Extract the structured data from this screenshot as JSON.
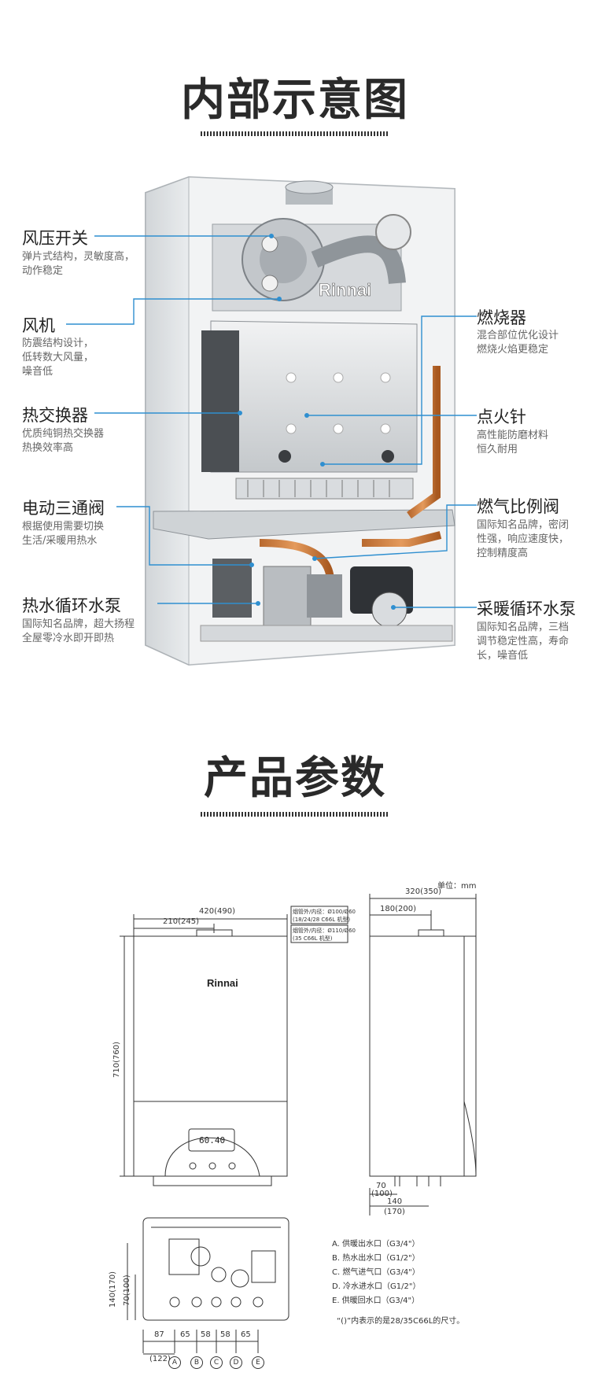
{
  "section1": {
    "title": "内部示意图",
    "brand": "Rinnai",
    "left_labels": [
      {
        "title": "风压开关",
        "desc": "弹片式结构，灵敏度高，\n动作稳定"
      },
      {
        "title": "风机",
        "desc": "防震结构设计，\n低转数大风量，\n噪音低"
      },
      {
        "title": "热交换器",
        "desc": "优质纯铜热交换器\n热换效率高"
      },
      {
        "title": "电动三通阀",
        "desc": "根据使用需要切换\n生活/采暖用热水"
      },
      {
        "title": "热水循环水泵",
        "desc": "国际知名品牌，超大扬程\n全屋零冷水即开即热"
      }
    ],
    "right_labels": [
      {
        "title": "燃烧器",
        "desc": "混合部位优化设计\n燃烧火焰更稳定"
      },
      {
        "title": "点火针",
        "desc": "高性能防磨材料\n恒久耐用"
      },
      {
        "title": "燃气比例阀",
        "desc": "国际知名品牌，密闭\n性强，响应速度快，\n控制精度高"
      },
      {
        "title": "采暖循环水泵",
        "desc": "国际知名品牌，三档\n调节稳定性高，寿命\n长，噪音低"
      }
    ]
  },
  "section2": {
    "title": "产品参数",
    "unit": "单位：mm",
    "front": {
      "width": "420(490)",
      "half_width": "210(245)",
      "height": "710(760)",
      "brand": "Rinnai",
      "display": "60.40",
      "flue_note_1": "烟管外/内径：Ø100/Ø60",
      "flue_note_1b": "(18/24/28 C66L 机型)",
      "flue_note_2": "烟管外/内径：Ø110/Ø60",
      "flue_note_2b": "(35 C66L 机型)"
    },
    "side": {
      "depth": "320(350)",
      "flue_offset": "180(200)",
      "d70": "70",
      "d100": "(100)",
      "d140": "140",
      "d170": "(170)"
    },
    "bottom": {
      "v140": "140(170)",
      "v70": "70(100)",
      "spacings": [
        "87",
        "65",
        "58",
        "58",
        "65"
      ],
      "offset": "(122)",
      "ports": [
        "A",
        "B",
        "C",
        "D",
        "E"
      ]
    },
    "port_legend": [
      "A. 供暖出水口（G3/4\"）",
      "B. 热水出水口（G1/2\"）",
      "C. 燃气进气口（G3/4\"）",
      "D. 冷水进水口（G1/2\"）",
      "E. 供暖回水口（G3/4\"）"
    ],
    "footnote": "“()”内表示的是28/35C66L的尺寸。"
  }
}
